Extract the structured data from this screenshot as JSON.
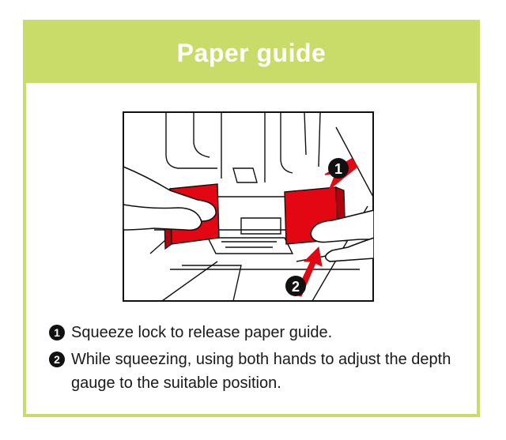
{
  "header": {
    "title": "Paper guide"
  },
  "illustration": {
    "callout_1": "1",
    "callout_2": "2",
    "accent_color": "#e30613",
    "header_color": "#c9dc6a"
  },
  "steps": [
    {
      "number": "1",
      "text": "Squeeze lock to release paper guide."
    },
    {
      "number": "2",
      "text": "While squeezing, using both hands to adjust the depth gauge to the suitable position."
    }
  ]
}
